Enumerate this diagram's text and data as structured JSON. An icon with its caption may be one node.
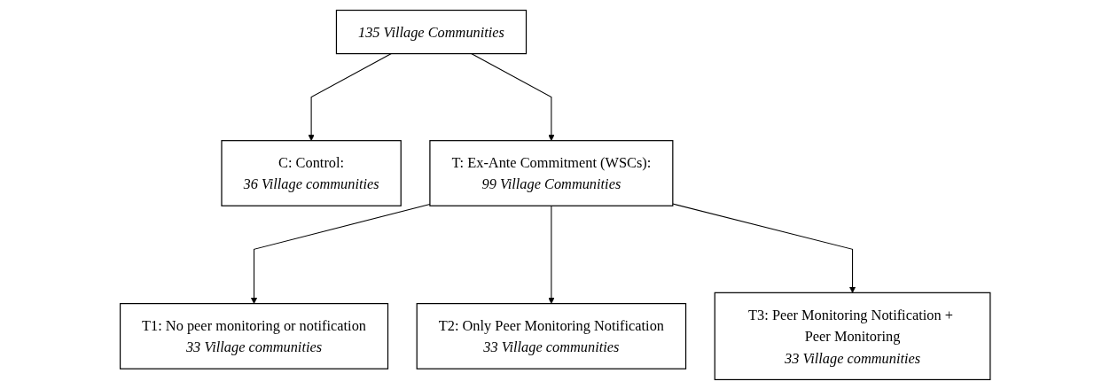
{
  "diagram": {
    "nodes": [
      {
        "text": [
          "135 Village Communities"
        ]
      },
      {
        "text": [
          "C: Control:",
          "36 Village communities"
        ]
      },
      {
        "text": [
          "T: Ex-Ante Commitment (WSCs):",
          "99 Village Communities"
        ]
      },
      {
        "text": [
          "T1: No peer monitoring or notification",
          "33 Village communities"
        ]
      },
      {
        "text": [
          "T2: Only Peer Monitoring Notification",
          "33 Village communities"
        ]
      },
      {
        "text": [
          "T3: Peer Monitoring Notification + Peer Monitoring",
          "33 Village communities"
        ]
      }
    ],
    "edges": [
      {
        "from": 0,
        "to": 1,
        "arrow": "to"
      },
      {
        "from": 0,
        "to": 2,
        "arrow": "to"
      },
      {
        "from": 2,
        "to": 3,
        "arrow": "to"
      },
      {
        "from": 2,
        "to": 4,
        "arrow": "to"
      },
      {
        "from": 2,
        "to": 5,
        "arrow": "to"
      }
    ]
  }
}
